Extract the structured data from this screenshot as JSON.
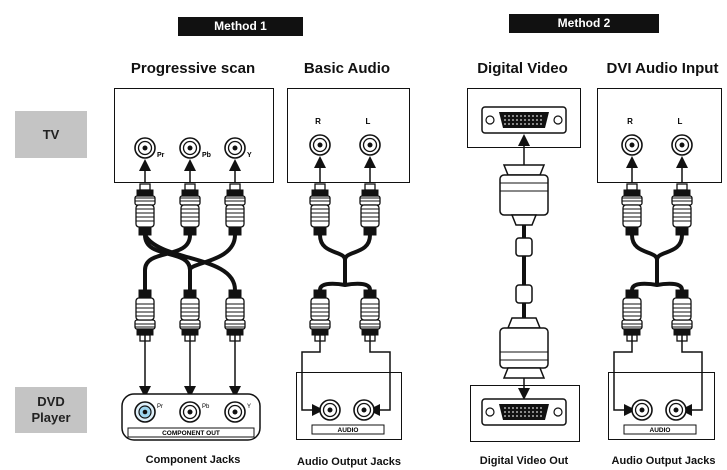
{
  "methods": {
    "method1": "Method 1",
    "method2": "Method 2"
  },
  "columns": {
    "progressive": "Progressive scan",
    "basic_audio": "Basic Audio",
    "digital_video": "Digital Video",
    "dvi_audio": "DVI Audio Input"
  },
  "side_labels": {
    "tv": "TV",
    "dvd_line1": "DVD",
    "dvd_line2": "Player"
  },
  "tv_jacks": {
    "pr": "Pr",
    "pb": "Pb",
    "y": "Y",
    "r": "R",
    "l": "L"
  },
  "dvd_panel": {
    "pr": "Pr",
    "pb": "Pb",
    "y": "Y",
    "component_out": "COMPONENT OUT",
    "audio": "AUDIO"
  },
  "captions": {
    "component_jacks": "Component Jacks",
    "audio_output_jacks_1": "Audio Output Jacks",
    "digital_video_out": "Digital Video Out",
    "audio_output_jacks_2": "Audio Output Jacks"
  }
}
